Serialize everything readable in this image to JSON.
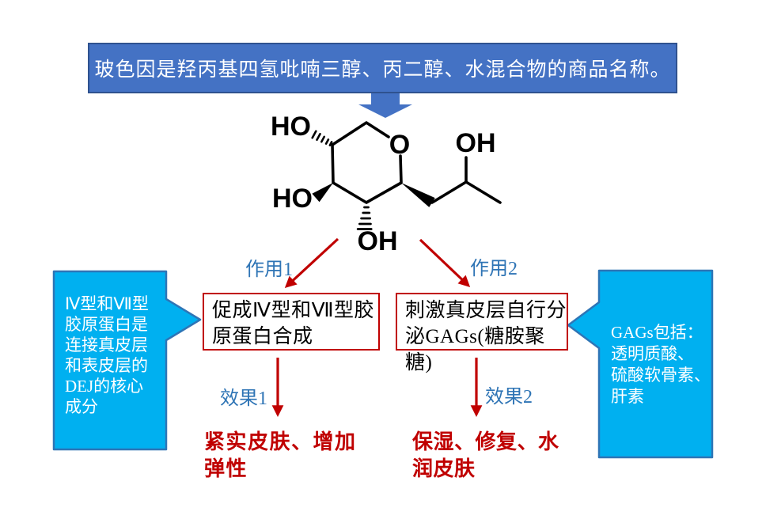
{
  "title_banner": {
    "text": "玻色因是羟丙基四氢吡喃三醇、丙二醇、水混合物的商品名称。"
  },
  "molecule": {
    "labels": {
      "ho_top": "HO",
      "ho_left": "HO",
      "ring_o": "O",
      "oh_bottom": "OH",
      "oh_chain": "OH"
    }
  },
  "flow": {
    "action1": {
      "label": "作用1",
      "box": "促成Ⅳ型和Ⅶ型胶\n原蛋白合成",
      "effect_label": "效果1",
      "result": "紧实皮肤、增加\n弹性"
    },
    "action2": {
      "label": "作用2",
      "box": "刺激真皮层自行分\n泌GAGs(糖胺聚糖)",
      "effect_label": "效果2",
      "result": "保湿、修复、水\n润皮肤"
    }
  },
  "callouts": {
    "left": "Ⅳ型和Ⅶ型\n胶原蛋白是\n连接真皮层\n和表皮层的\nDEJ的核心\n成分",
    "right": "GAGs包括：\n透明质酸、\n硫酸软骨素、\n肝素"
  },
  "colors": {
    "banner_blue": "#4472C4",
    "banner_border": "#2F528F",
    "callout_fill": "#00B0F0",
    "callout_border": "#2E75B6",
    "red": "#C00000",
    "label_blue": "#2E74B5"
  }
}
